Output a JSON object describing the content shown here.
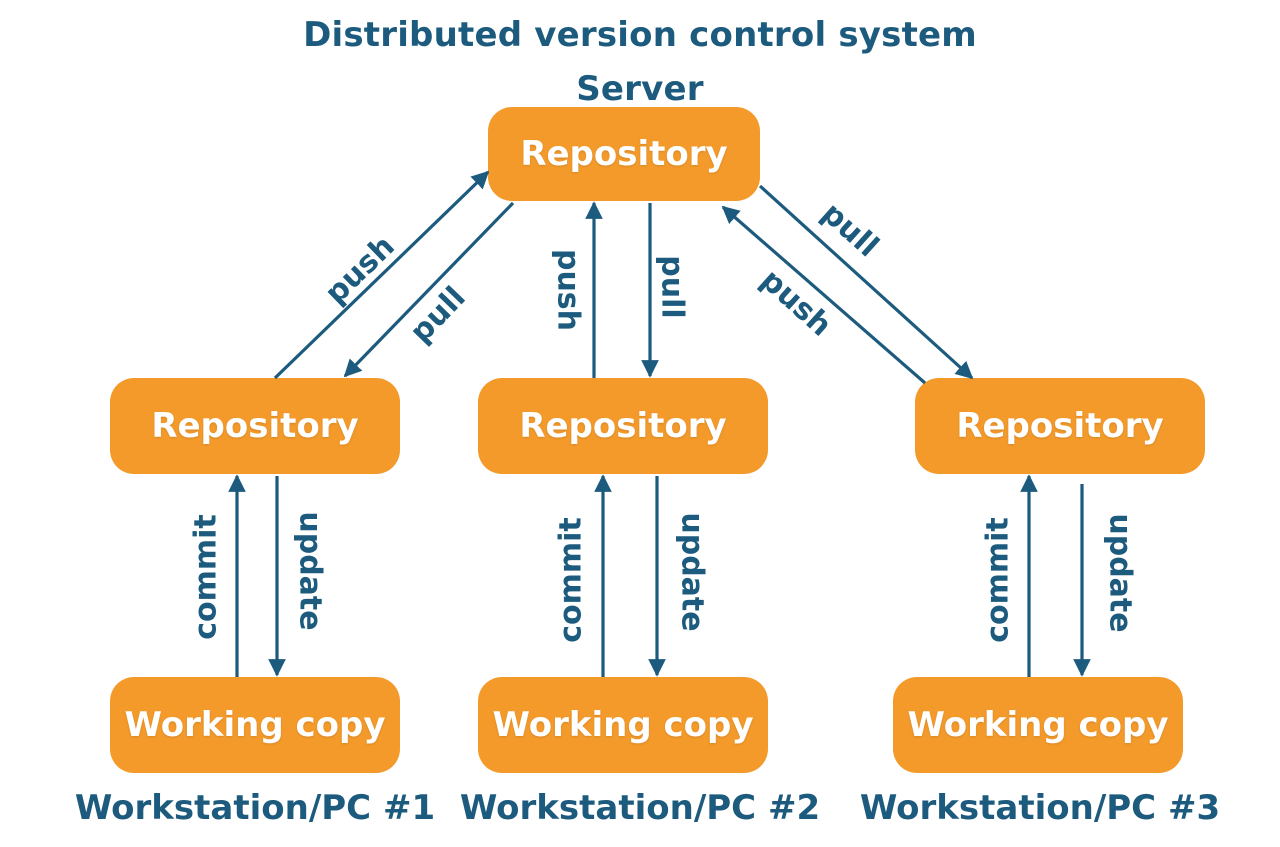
{
  "diagram": {
    "title": "Distributed version control system",
    "server_label": "Server",
    "server_repository": "Repository",
    "workstations": [
      {
        "label": "Workstation/PC #1",
        "repository": "Repository",
        "working_copy": "Working copy"
      },
      {
        "label": "Workstation/PC #2",
        "repository": "Repository",
        "working_copy": "Working copy"
      },
      {
        "label": "Workstation/PC #3",
        "repository": "Repository",
        "working_copy": "Working copy"
      }
    ],
    "edge_labels": {
      "push": "push",
      "pull": "pull",
      "commit": "commit",
      "update": "update"
    }
  },
  "colors": {
    "node_fill": "#f39a2b",
    "node_text": "#ffffff",
    "arrow": "#1d5b7e",
    "label_text": "#1d5b7e"
  }
}
